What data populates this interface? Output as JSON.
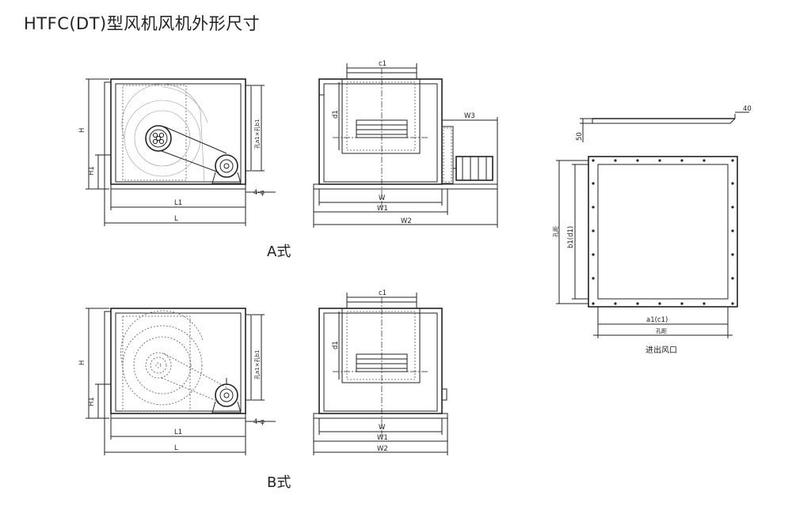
{
  "title": "HTFC(DT)型风机风机外形尺寸",
  "views": {
    "a": {
      "label": "A式"
    },
    "b": {
      "label": "B式"
    }
  },
  "dims": {
    "H": "H",
    "H1": "H1",
    "L1": "L1",
    "L": "L",
    "hole": "4-φ",
    "a1b1": "孔a1×孔b1",
    "c1": "c1",
    "d1": "d1",
    "W": "W",
    "W1": "W1",
    "W2": "W2",
    "W3": "W3"
  },
  "flange": {
    "d40": "40",
    "d50": "50",
    "b1d1": "b1(d1)",
    "a1c1": "a1(c1)",
    "kongju": "孔距",
    "caption": "进出风口"
  }
}
